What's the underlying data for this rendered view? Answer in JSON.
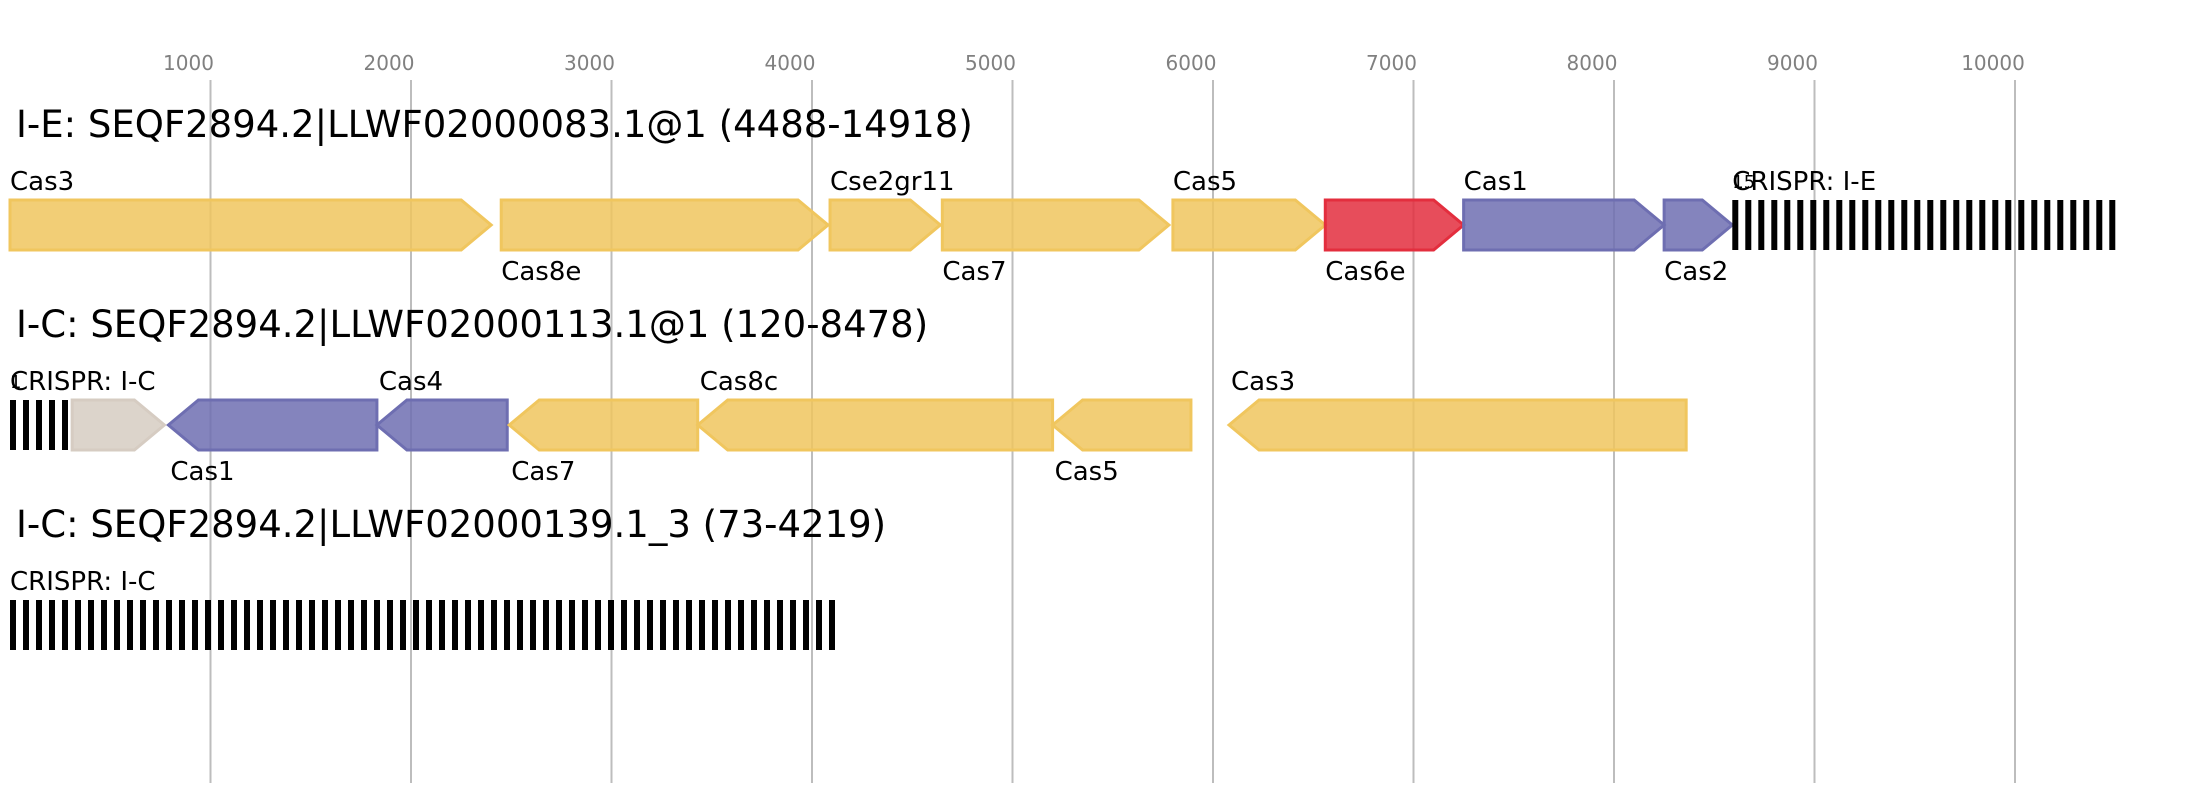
{
  "colors": {
    "cas_other": "#F0C65E",
    "cas_adaptation": "#6E6EB1",
    "cas6e": "#E32E3E",
    "unknown": "#D6CCC2",
    "crispr_repeat": "#000000",
    "grid": "#BDBDBD",
    "tick_label": "#808080"
  },
  "axis": {
    "ticks": [
      {
        "value": 1000,
        "label": "1000"
      },
      {
        "value": 2000,
        "label": "2000"
      },
      {
        "value": 3000,
        "label": "3000"
      },
      {
        "value": 4000,
        "label": "4000"
      },
      {
        "value": 5000,
        "label": "5000"
      },
      {
        "value": 6000,
        "label": "6000"
      },
      {
        "value": 7000,
        "label": "7000"
      },
      {
        "value": 8000,
        "label": "8000"
      },
      {
        "value": 9000,
        "label": "9000"
      },
      {
        "value": 10000,
        "label": "10000"
      }
    ]
  },
  "tracks": [
    {
      "title": "I-E: SEQF2894.2|LLWF02000083.1@1 (4488-14918)",
      "features": [
        {
          "kind": "gene",
          "label": "Cas3",
          "start": 0,
          "end": 2400,
          "strand": "+",
          "color": "cas_other",
          "label_pos": "above"
        },
        {
          "kind": "gene",
          "label": "Cas8e",
          "start": 2450,
          "end": 4080,
          "strand": "+",
          "color": "cas_other",
          "label_pos": "below"
        },
        {
          "kind": "gene",
          "label": "Cse2gr11",
          "start": 4090,
          "end": 4640,
          "strand": "+",
          "color": "cas_other",
          "label_pos": "above"
        },
        {
          "kind": "gene",
          "label": "Cas7",
          "start": 4650,
          "end": 5780,
          "strand": "+",
          "color": "cas_other",
          "label_pos": "below"
        },
        {
          "kind": "gene",
          "label": "Cas5",
          "start": 5800,
          "end": 6560,
          "strand": "+",
          "color": "cas_other",
          "label_pos": "above"
        },
        {
          "kind": "gene",
          "label": "Cas6e",
          "start": 6560,
          "end": 7250,
          "strand": "+",
          "color": "cas6e",
          "label_pos": "below"
        },
        {
          "kind": "gene",
          "label": "Cas1",
          "start": 7250,
          "end": 8250,
          "strand": "+",
          "color": "cas_adaptation",
          "label_pos": "above"
        },
        {
          "kind": "gene",
          "label": "Cas2",
          "start": 8250,
          "end": 8590,
          "strand": "+",
          "color": "cas_adaptation",
          "label_pos": "below"
        },
        {
          "kind": "crispr",
          "label": "CRISPR: I-E",
          "count": "15",
          "start": 8590,
          "end": 10510
        }
      ]
    },
    {
      "title": "I-C: SEQF2894.2|LLWF02000113.1@1 (120-8478)",
      "features": [
        {
          "kind": "crispr",
          "label": "CRISPR: I-C",
          "count": "1",
          "start": 0,
          "end": 310
        },
        {
          "kind": "gene",
          "label": "",
          "start": 310,
          "end": 770,
          "strand": "+",
          "color": "unknown",
          "label_pos": "above"
        },
        {
          "kind": "gene",
          "label": "Cas1",
          "start": 790,
          "end": 1830,
          "strand": "-",
          "color": "cas_adaptation",
          "label_pos": "below"
        },
        {
          "kind": "gene",
          "label": "Cas4",
          "start": 1830,
          "end": 2480,
          "strand": "-",
          "color": "cas_adaptation",
          "label_pos": "above"
        },
        {
          "kind": "gene",
          "label": "Cas7",
          "start": 2490,
          "end": 3430,
          "strand": "-",
          "color": "cas_other",
          "label_pos": "below"
        },
        {
          "kind": "gene",
          "label": "Cas8c",
          "start": 3430,
          "end": 5200,
          "strand": "-",
          "color": "cas_other",
          "label_pos": "above"
        },
        {
          "kind": "gene",
          "label": "Cas5",
          "start": 5200,
          "end": 5890,
          "strand": "-",
          "color": "cas_other",
          "label_pos": "below"
        },
        {
          "kind": "gene",
          "label": "Cas3",
          "start": 6080,
          "end": 8360,
          "strand": "-",
          "color": "cas_other",
          "label_pos": "above"
        }
      ]
    },
    {
      "title": "I-C: SEQF2894.2|LLWF02000139.1_3 (73-4219)",
      "features": [
        {
          "kind": "crispr",
          "label": "CRISPR: I-C",
          "count": "",
          "start": 0,
          "end": 4150
        }
      ]
    }
  ]
}
